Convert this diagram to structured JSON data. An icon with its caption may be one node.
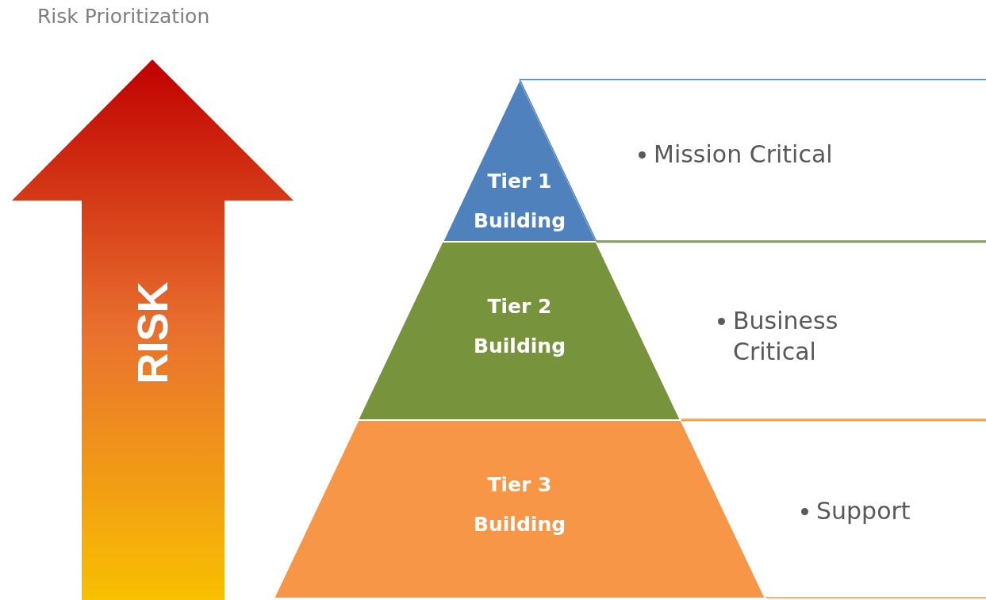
{
  "diagram": {
    "title": "Risk Prioritization",
    "nodes": [
      {
        "text": [
          "RISK"
        ]
      },
      {
        "text": [
          "Tier 1 Building"
        ]
      },
      {
        "text": [
          "Tier 2 Building"
        ]
      },
      {
        "text": [
          "Tier 3 Building"
        ]
      },
      {
        "text": [
          "Mission Critical"
        ]
      },
      {
        "text": [
          "Business Critical"
        ]
      },
      {
        "text": [
          "Support"
        ]
      }
    ],
    "edges": []
  }
}
